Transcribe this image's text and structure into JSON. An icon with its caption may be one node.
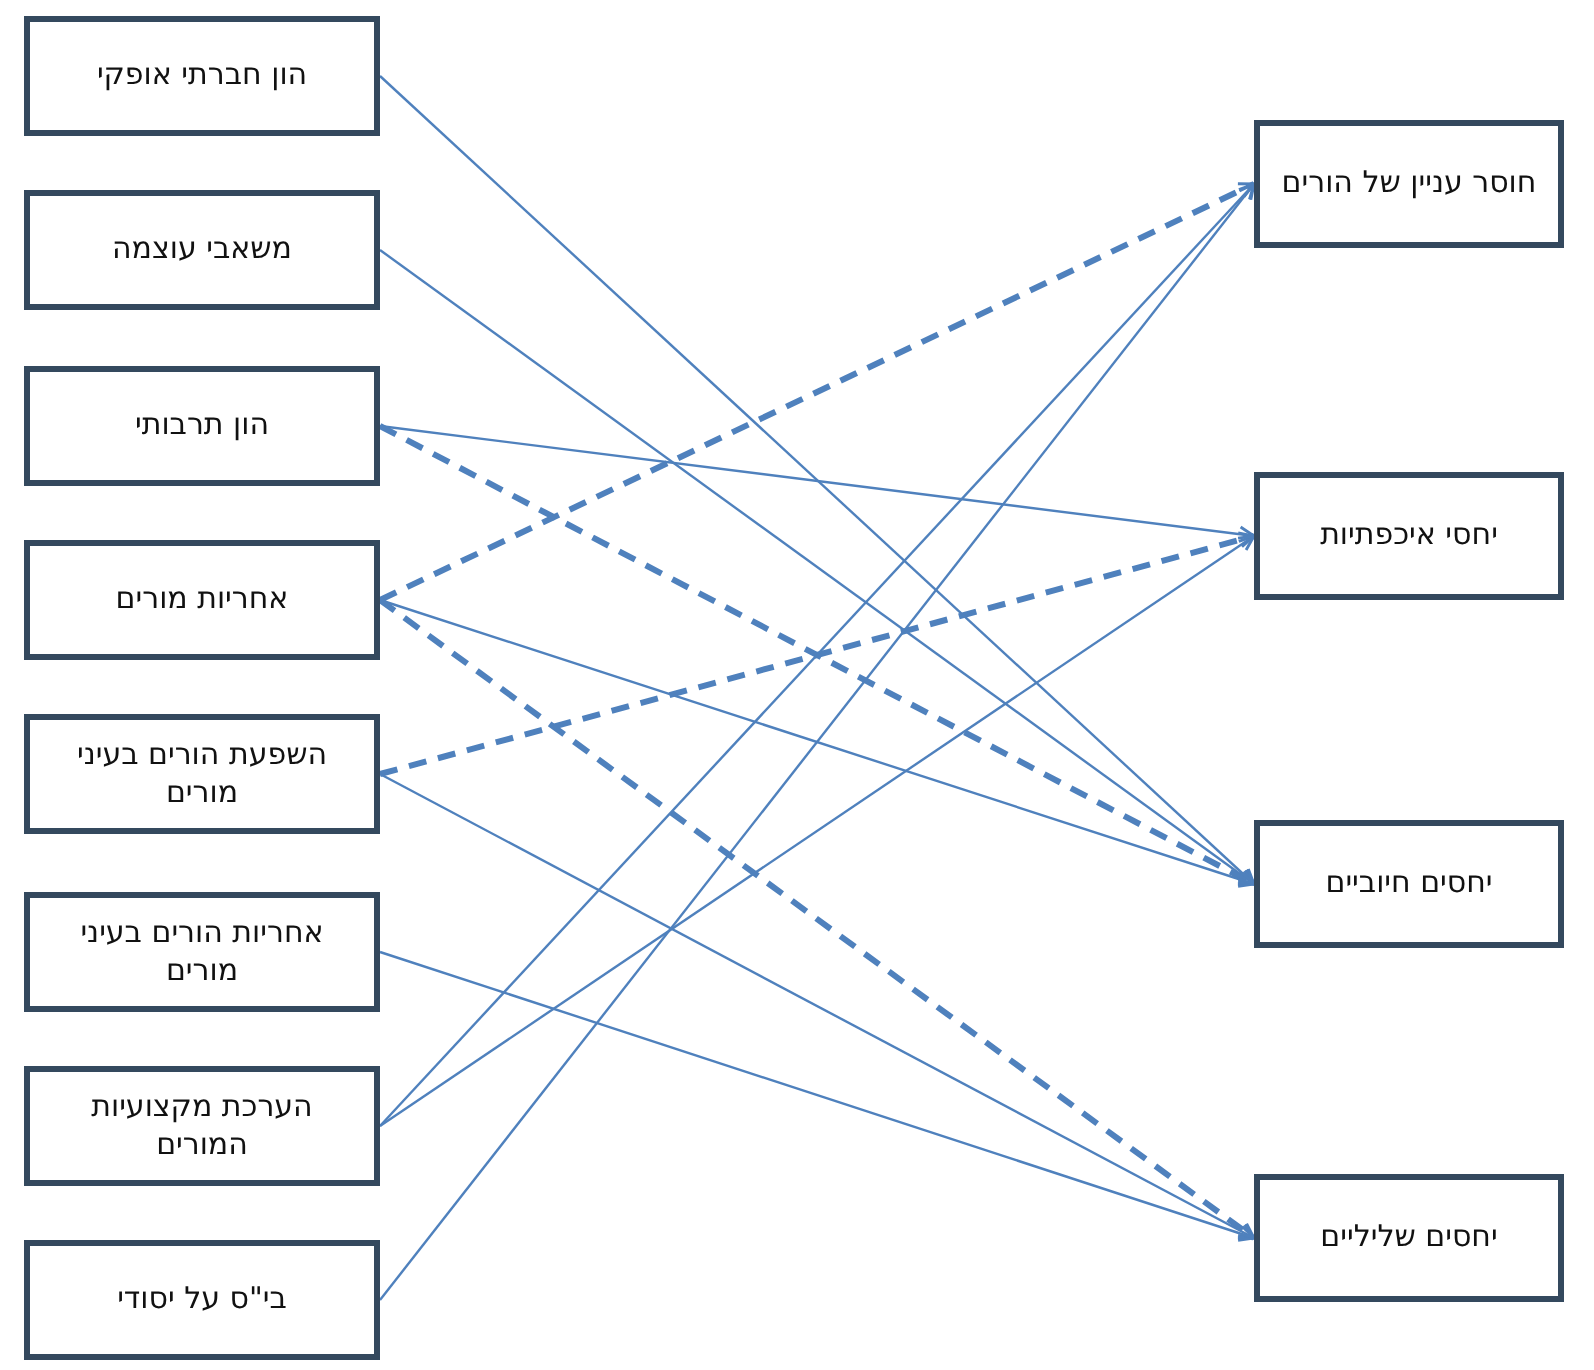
{
  "diagram": {
    "nodes": [
      {
        "text": [
          "הון חברתי אופקי"
        ]
      },
      {
        "text": [
          "משאבי עוצמה"
        ]
      },
      {
        "text": [
          "הון תרבותי"
        ]
      },
      {
        "text": [
          "אחריות מורים"
        ]
      },
      {
        "text": [
          "השפעת הורים בעיני מורים"
        ]
      },
      {
        "text": [
          "אחריות הורים בעיני מורים"
        ]
      },
      {
        "text": [
          "הערכת מקצועיות המורים"
        ]
      },
      {
        "text": [
          "בי\"ס על יסודי"
        ]
      },
      {
        "text": [
          "חוסר עניין של הורים"
        ]
      },
      {
        "text": [
          "יחסי איכפתיות"
        ]
      },
      {
        "text": [
          "יחסים חיוביים"
        ]
      },
      {
        "text": [
          "יחסים שליליים"
        ]
      }
    ],
    "edges": [
      {
        "from": 0,
        "to": 10,
        "arrow": "to"
      },
      {
        "from": 1,
        "to": 10,
        "arrow": "to"
      },
      {
        "from": 2,
        "to": 9,
        "arrow": "to"
      },
      {
        "from": 2,
        "to": 10,
        "arrow": "to",
        "style": "dashed"
      },
      {
        "from": 3,
        "to": 8,
        "arrow": "to",
        "style": "dashed"
      },
      {
        "from": 3,
        "to": 10,
        "arrow": "to"
      },
      {
        "from": 3,
        "to": 11,
        "arrow": "to",
        "style": "dashed"
      },
      {
        "from": 4,
        "to": 9,
        "arrow": "to",
        "style": "dashed"
      },
      {
        "from": 4,
        "to": 11,
        "arrow": "to"
      },
      {
        "from": 5,
        "to": 11,
        "arrow": "to"
      },
      {
        "from": 6,
        "to": 8,
        "arrow": "to"
      },
      {
        "from": 6,
        "to": 9,
        "arrow": "to"
      },
      {
        "from": 7,
        "to": 8,
        "arrow": "to"
      }
    ]
  }
}
